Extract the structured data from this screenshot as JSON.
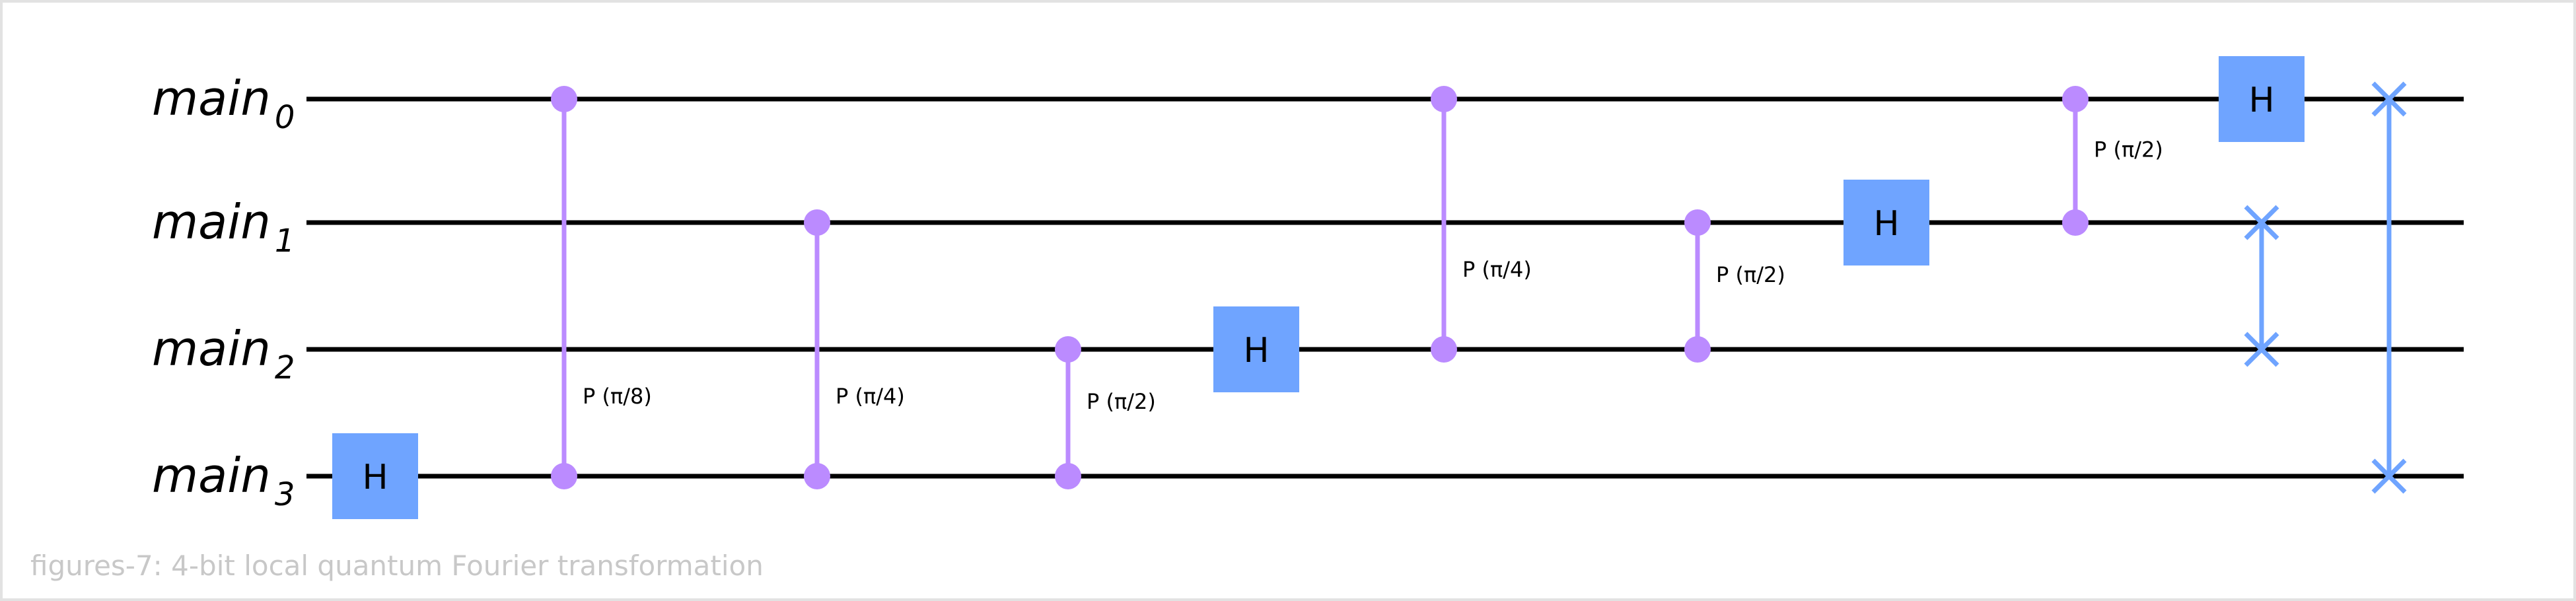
{
  "caption": "figures-7: 4-bit local quantum Fourier transformation",
  "colors": {
    "wire": "#000000",
    "h_gate": "#6fa4ff",
    "phase_gate": "#bb8bff",
    "swap_gate": "#6fa4ff"
  },
  "qubits": [
    {
      "name": "main",
      "index": "0"
    },
    {
      "name": "main",
      "index": "1"
    },
    {
      "name": "main",
      "index": "2"
    },
    {
      "name": "main",
      "index": "3"
    }
  ],
  "gates": [
    {
      "type": "h",
      "label": "H",
      "qubit": 3,
      "step": 0
    },
    {
      "type": "cp",
      "label": "P (π/8)",
      "qubits": [
        0,
        3
      ],
      "step": 1
    },
    {
      "type": "cp",
      "label": "P (π/4)",
      "qubits": [
        1,
        3
      ],
      "step": 2
    },
    {
      "type": "cp",
      "label": "P (π/2)",
      "qubits": [
        2,
        3
      ],
      "step": 3
    },
    {
      "type": "h",
      "label": "H",
      "qubit": 2,
      "step": 4
    },
    {
      "type": "cp",
      "label": "P (π/4)",
      "qubits": [
        0,
        2
      ],
      "step": 5
    },
    {
      "type": "cp",
      "label": "P (π/2)",
      "qubits": [
        1,
        2
      ],
      "step": 6
    },
    {
      "type": "h",
      "label": "H",
      "qubit": 1,
      "step": 7
    },
    {
      "type": "cp",
      "label": "P (π/2)",
      "qubits": [
        0,
        1
      ],
      "step": 8
    },
    {
      "type": "h",
      "label": "H",
      "qubit": 0,
      "step": 9
    },
    {
      "type": "swap",
      "qubits": [
        1,
        2
      ],
      "step": 9
    },
    {
      "type": "swap",
      "qubits": [
        0,
        3
      ],
      "step": 10
    }
  ]
}
